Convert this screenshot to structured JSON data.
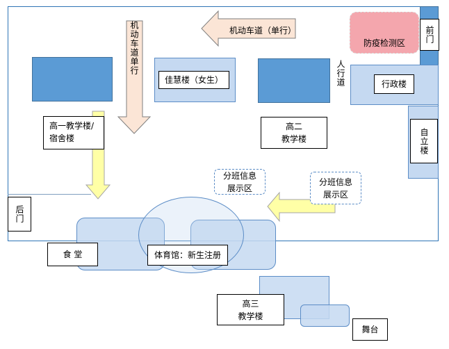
{
  "labels": {
    "motor_vertical": "机动车道单行",
    "motor_horizontal": "机动车道（单行）",
    "epidemic_check": "防疫检测区",
    "front_gate": "前门",
    "jiahui": "佳慧楼（女生）",
    "pedestrian": "人行道",
    "admin": "行政楼",
    "ziLi": "自立楼",
    "gao1_line1": "高一教学楼/",
    "gao1_line2": "宿舍楼",
    "gao2_line1": "高二",
    "gao2_line2": "教学楼",
    "info_left_line1": "分班信息",
    "info_left_line2": "展示区",
    "info_right_line1": "分班信息",
    "info_right_line2": "展示区",
    "back_gate": "后门",
    "canteen": "食 堂",
    "gym": "体育馆：新生注册",
    "gao3_line1": "高三",
    "gao3_line2": "教学楼",
    "stage": "舞台"
  },
  "colors": {
    "building_blue": "#5b9bd5",
    "building_light": "#c5d9f1",
    "arrow_peach": "#fbe5d6",
    "arrow_yellow": "#ffffa6",
    "check_pink": "#f4a6ad"
  }
}
